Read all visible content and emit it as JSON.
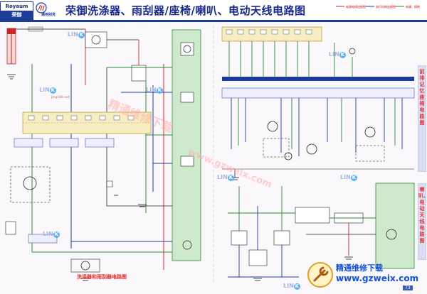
{
  "header": {
    "brand_top": "Royaum",
    "brand_bottom": "荣御",
    "buick_label": "通用别克",
    "title": "荣御洗涤器、雨刮器/座椅/喇叭、电动天线电路图",
    "legend": [
      "电源电线连接图",
      "执行机构连接图",
      "电源、接地"
    ]
  },
  "diagram": {
    "left_caption": "洗涤器和雨刮器电路图",
    "right_tab_top": "前排记忆座椅电路图",
    "right_tab_bottom": "喇叭、电动天线电路图",
    "watermark_lines": [
      "精通维修下载",
      "www.gzweix.com"
    ],
    "lin_marks": [
      "LIN",
      "LIN",
      "LIN",
      "LIN",
      "LIN",
      "LIN",
      "LIN",
      "LIN"
    ],
    "lin_sub": "jing168.net",
    "lin_k": "K"
  },
  "corner": {
    "title": "精通维修下载",
    "url": "www.gzweix.com",
    "page": "73"
  },
  "colors": {
    "wire_green": "#2a8a3a",
    "wire_blue": "#1a3aa0",
    "wire_red": "#c82828",
    "wire_dark": "#222222",
    "connector_fill": "#f6edc2",
    "green_bar": "#cfe9cc",
    "tab_bg": "#d8dcf4"
  }
}
